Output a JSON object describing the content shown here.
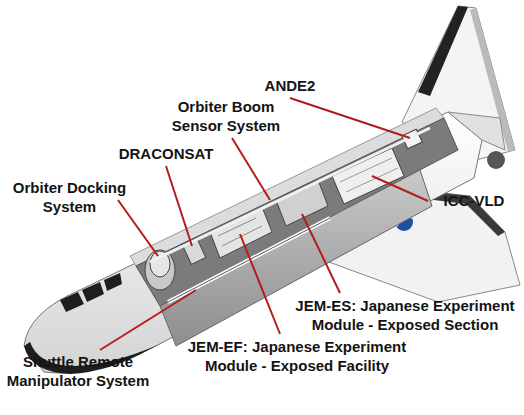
{
  "diagram": {
    "labels": [
      "ANDE2",
      "Orbiter Boom Sensor System",
      "DRACONSAT",
      "Orbiter Docking System",
      "ICC-VLD",
      "JEM-ES: Japanese Experiment Module - Exposed Section",
      "JEM-EF: Japanese Experiment Module - Exposed Facility",
      "Shuttle Remote Manipulator System"
    ]
  }
}
